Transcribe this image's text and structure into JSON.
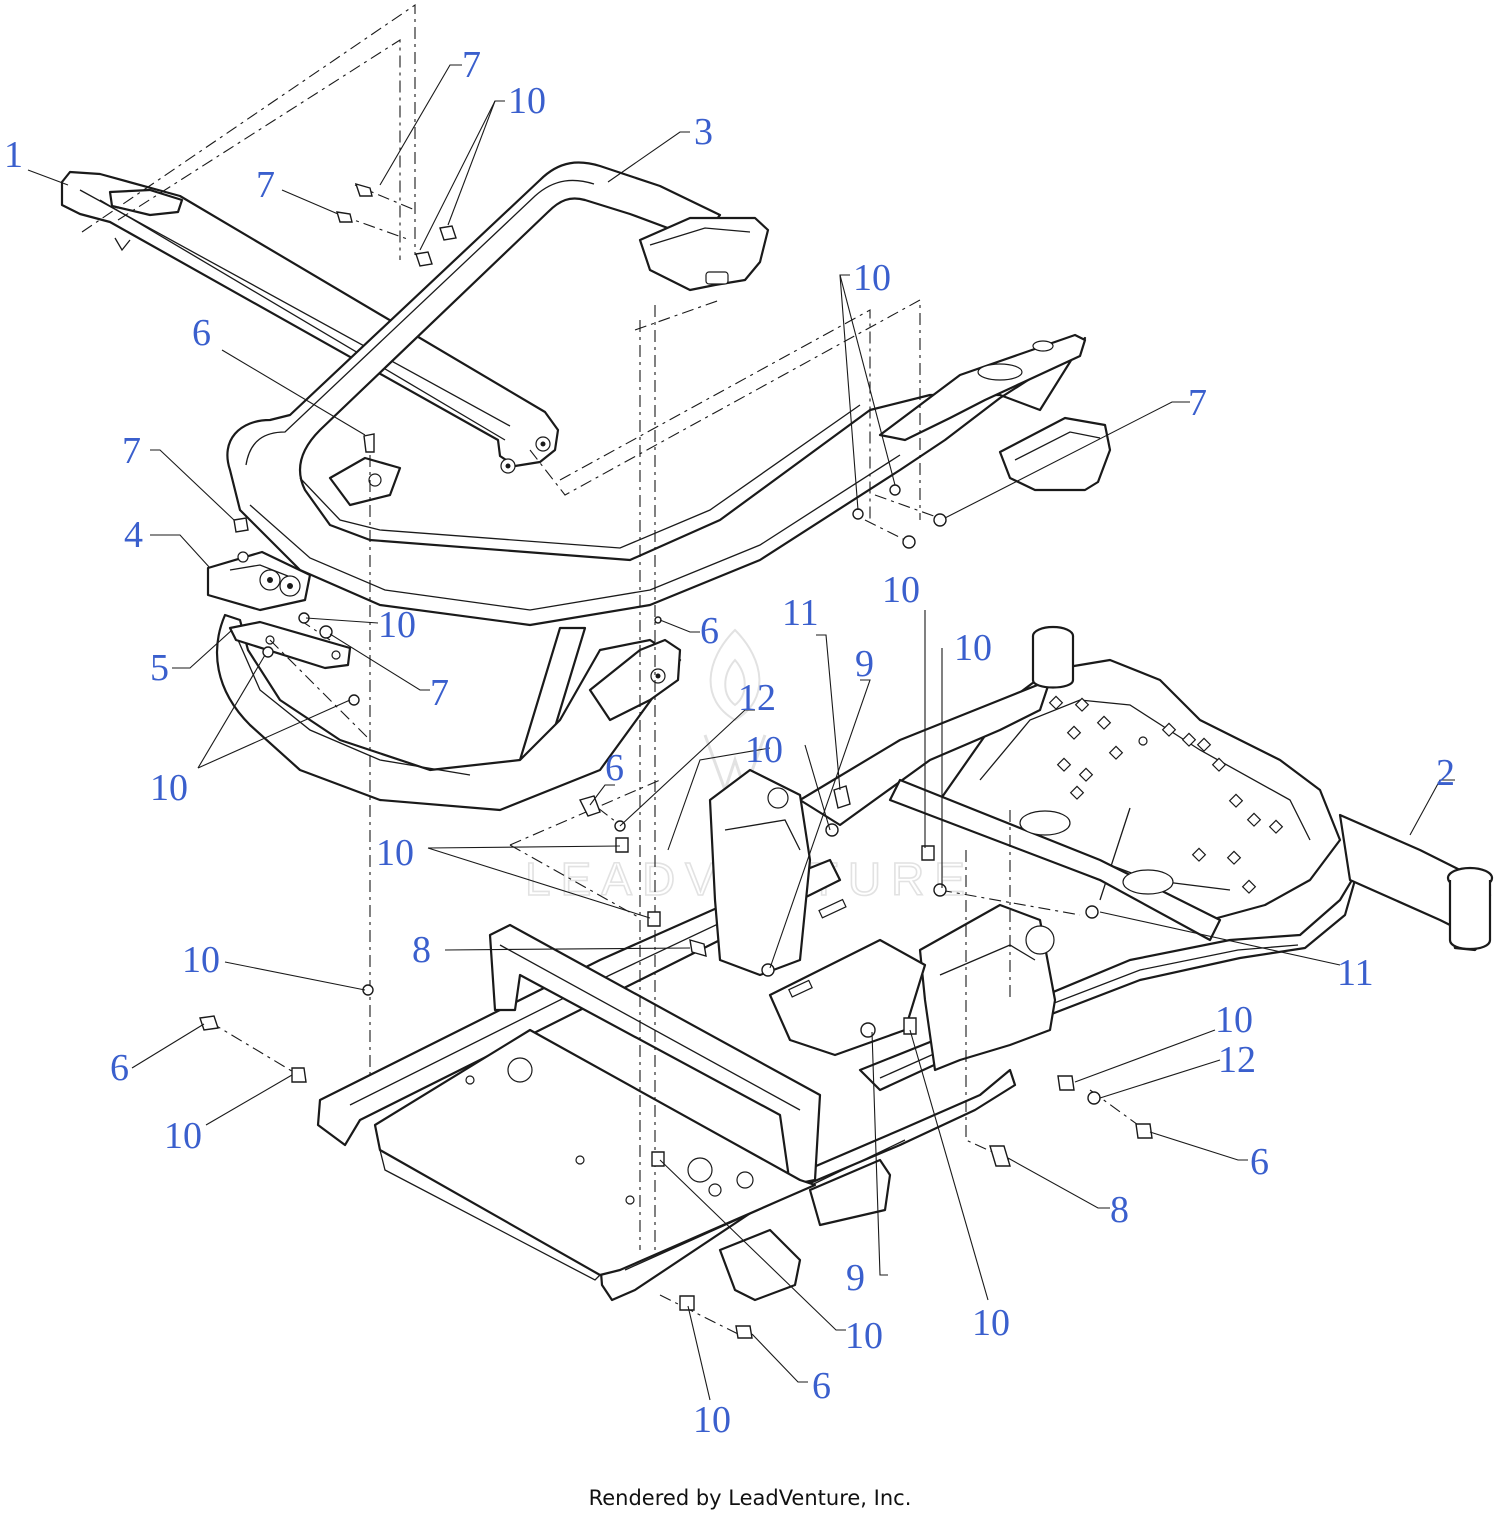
{
  "diagram": {
    "callout_color": "#3a5fcd",
    "line_color": "#1a1a1a",
    "watermark_color": "#e2e2e2",
    "callouts": {
      "c1": "1",
      "c2": "2",
      "c3": "3",
      "c4": "4",
      "c5": "5",
      "c6": "6",
      "c7": "7",
      "c8": "8",
      "c9": "9",
      "c10": "10",
      "c11": "11",
      "c12": "12"
    },
    "watermark": "LEADVENTURE"
  },
  "footer": {
    "text": "Rendered by LeadVenture, Inc."
  }
}
